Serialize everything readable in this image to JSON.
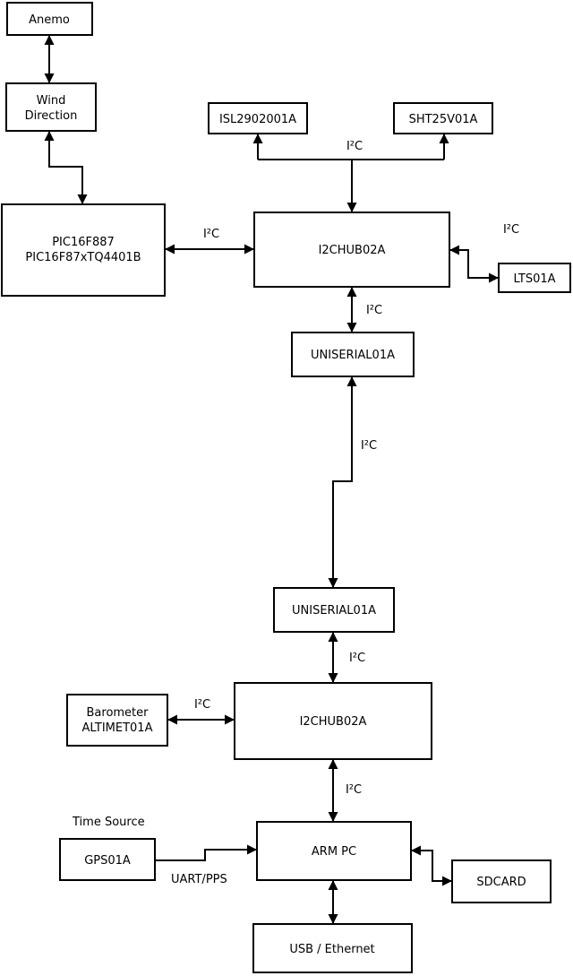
{
  "diagram": {
    "boxes": {
      "anemo": {
        "label": "Anemo"
      },
      "wind_direction": {
        "line1": "Wind",
        "line2": "Direction"
      },
      "pic": {
        "line1": "PIC16F887",
        "line2": "PIC16F87xTQ4401B"
      },
      "isl": {
        "label": "ISL2902001A"
      },
      "sht": {
        "label": "SHT25V01A"
      },
      "i2c_hub_top": {
        "label": "I2CHUB02A"
      },
      "lts": {
        "label": "LTS01A"
      },
      "uniserial_top": {
        "label": "UNISERIAL01A"
      },
      "uniserial_bottom": {
        "label": "UNISERIAL01A"
      },
      "barometer": {
        "line1": "Barometer",
        "line2": "ALTIMET01A"
      },
      "i2c_hub_bottom": {
        "label": "I2CHUB02A"
      },
      "gps": {
        "label": "GPS01A"
      },
      "arm_pc": {
        "label": "ARM PC"
      },
      "sdcard": {
        "label": "SDCARD"
      },
      "usb_ethernet": {
        "label": "USB / Ethernet"
      }
    },
    "edge_labels": {
      "i2c_sensors_bus": "I²C",
      "i2c_pic_hub": "I²C",
      "i2c_hub_lts": "I²C",
      "i2c_hub_uniserial": "I²C",
      "i2c_uniserial_link": "I²C",
      "i2c_uniserial_hub2": "I²C",
      "i2c_barometer_hub2": "I²C",
      "i2c_hub2_armpc": "I²C",
      "time_source": "Time Source",
      "uart_pps": "UART/PPS"
    },
    "colors": {
      "stroke": "#000000",
      "box_fill": "#ffffff",
      "background": "#ffffff"
    }
  }
}
